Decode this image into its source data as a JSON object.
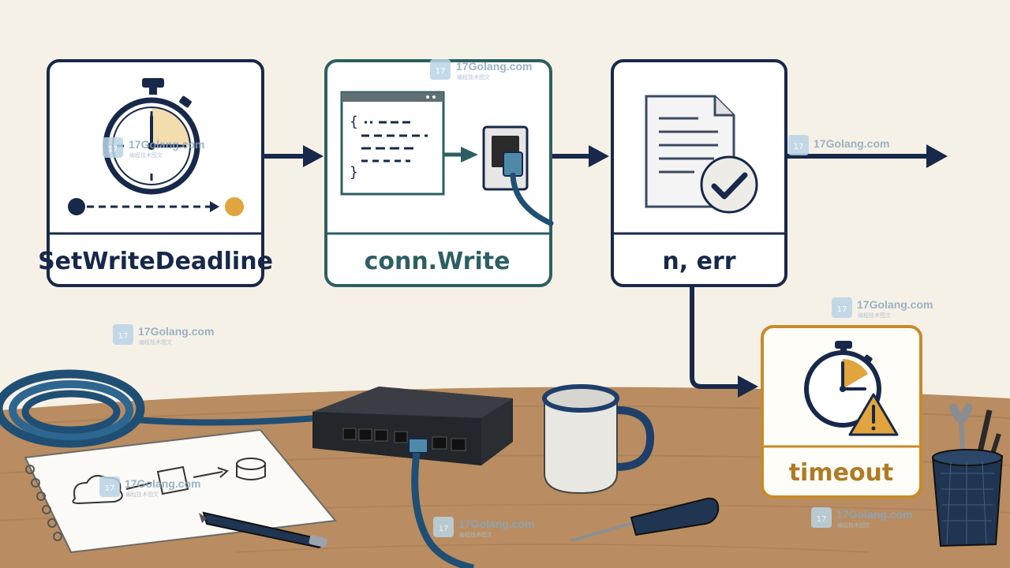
{
  "steps": [
    {
      "label": "SetWriteDeadline",
      "icon": "stopwatch-icon"
    },
    {
      "label": "conn.Write",
      "icon": "code-window-icon"
    },
    {
      "label": "n, err",
      "icon": "document-check-icon"
    },
    {
      "label": "timeout",
      "icon": "stopwatch-warning-icon"
    }
  ],
  "watermark": {
    "title": "17Golang.com",
    "subtitle": "编程技术图文",
    "badge": "17"
  },
  "colors": {
    "navy": "#17284a",
    "teal": "#2d5f62",
    "orange": "#c68b2b",
    "paper": "#f6f1e7",
    "desk": "#b98d61",
    "accent_fill": "#f3dcae"
  }
}
